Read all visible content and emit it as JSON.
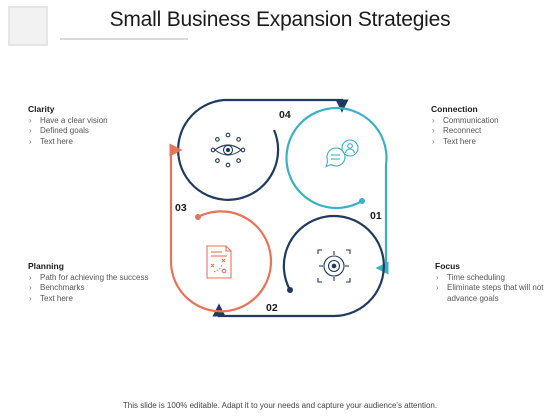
{
  "title": "Small Business Expansion Strategies",
  "footer": "This slide is 100% editable. Adapt it to your needs and capture your audience's attention.",
  "colors": {
    "navy": "#1f3a5f",
    "teal": "#3bb0c4",
    "coral": "#e8735a"
  },
  "steps": [
    {
      "number": "01",
      "icon": "chat-person-icon"
    },
    {
      "number": "02",
      "icon": "target-icon"
    },
    {
      "number": "03",
      "icon": "strategy-document-icon"
    },
    {
      "number": "04",
      "icon": "eye-vision-icon"
    }
  ],
  "blocks": {
    "clarity": {
      "heading": "Clarity",
      "items": [
        "Have a clear vision",
        "Defined goals",
        "Text here"
      ]
    },
    "connection": {
      "heading": "Connection",
      "items": [
        "Communication",
        "Reconnect",
        "Text here"
      ]
    },
    "planning": {
      "heading": "Planning",
      "items": [
        "Path for achieving the success",
        "Benchmarks",
        "Text here"
      ]
    },
    "focus": {
      "heading": "Focus",
      "items": [
        "Time scheduling",
        "Eliminate steps that will not advance goals"
      ]
    }
  }
}
